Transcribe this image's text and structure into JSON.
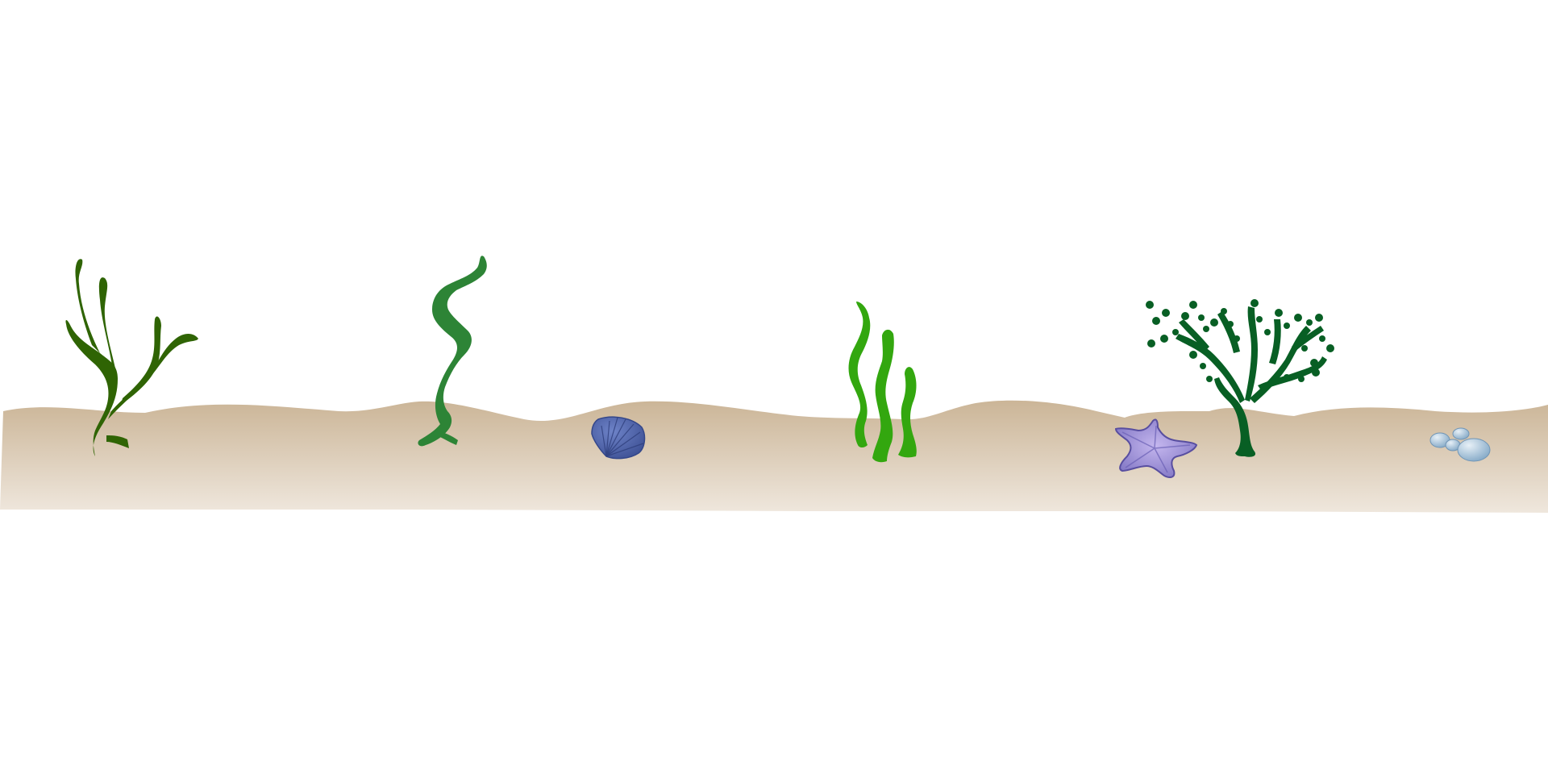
{
  "scene": {
    "background_color": "#ffffff",
    "sand": {
      "top_color": "#cbb597",
      "bottom_color": "#efe7dd"
    },
    "items": [
      {
        "kind": "seaweed",
        "icon": "branching-seaweed-icon",
        "color": "#2f6404"
      },
      {
        "kind": "seaweed",
        "icon": "wavy-seaweed-icon",
        "color": "#2d8436"
      },
      {
        "kind": "shell",
        "icon": "scallop-shell-icon",
        "color": "#4a5fa6"
      },
      {
        "kind": "seaweed",
        "icon": "seagrass-icon",
        "color": "#33a70f"
      },
      {
        "kind": "starfish",
        "icon": "starfish-icon",
        "color": "#8d84cc"
      },
      {
        "kind": "coral",
        "icon": "coral-icon",
        "color": "#085f24"
      },
      {
        "kind": "pebbles",
        "icon": "pebbles-icon",
        "color": "#8fb2cc"
      }
    ]
  }
}
